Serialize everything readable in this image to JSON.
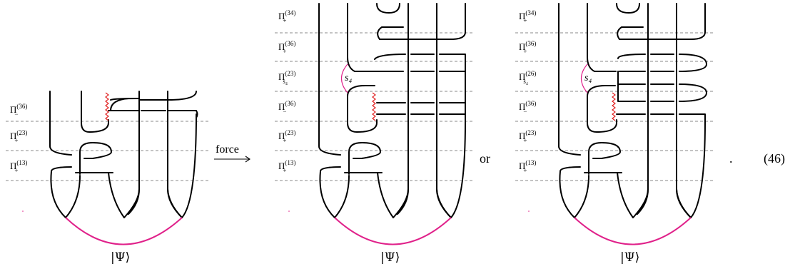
{
  "panels": [
    {
      "labels": [
        {
          "op": "Π",
          "sup": "(36)",
          "sub": "−"
        },
        {
          "op": "Π",
          "sup": "(23)",
          "sub": "+"
        },
        {
          "op": "Π",
          "sup": "(13)",
          "sub": "+"
        }
      ],
      "ket": "|Ψ⟩"
    },
    {
      "labels": [
        {
          "op": "Π",
          "sup": "(34)",
          "sub": "+"
        },
        {
          "op": "Π",
          "sup": "(36)",
          "sub": "+"
        },
        {
          "op": "Π",
          "sup": "(23)",
          "sub": "s₄"
        },
        {
          "op": "Π",
          "sup": "(36)",
          "sub": "−"
        },
        {
          "op": "Π",
          "sup": "(23)",
          "sub": "+"
        },
        {
          "op": "Π",
          "sup": "(13)",
          "sub": "+"
        }
      ],
      "s_label": "s₄",
      "ket": "|Ψ⟩"
    },
    {
      "labels": [
        {
          "op": "Π",
          "sup": "(34)",
          "sub": "+"
        },
        {
          "op": "Π",
          "sup": "(36)",
          "sub": "+"
        },
        {
          "op": "Π",
          "sup": "(26)",
          "sub": "s₄"
        },
        {
          "op": "Π",
          "sup": "(36)",
          "sub": "−"
        },
        {
          "op": "Π",
          "sup": "(23)",
          "sub": "+"
        },
        {
          "op": "Π",
          "sup": "(13)",
          "sub": "+"
        }
      ],
      "s_label": "s₄",
      "ket": "|Ψ⟩"
    }
  ],
  "arrow_label": "force",
  "or_text": "or",
  "period": ".",
  "equation_number": "(46)",
  "colors": {
    "boundary": "#e0218a",
    "zigzag": "#e01b1b",
    "wire": "#000000",
    "dashed": "#8a8a8a"
  }
}
